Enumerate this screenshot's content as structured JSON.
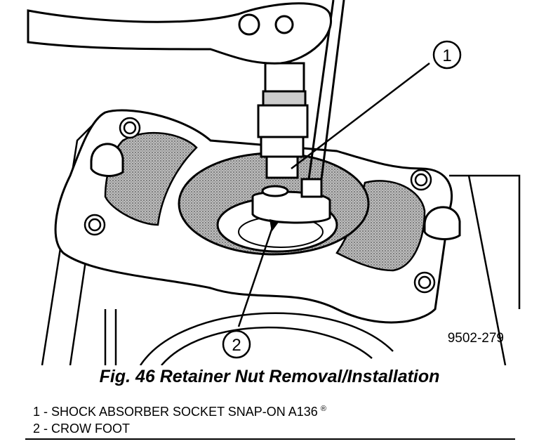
{
  "figure": {
    "drawing_id": "9502-279",
    "callouts": [
      "1",
      "2"
    ]
  },
  "caption": "Fig. 46 Retainer Nut Removal/Installation",
  "legend": [
    {
      "label": "1 - SHOCK ABSORBER SOCKET SNAP-ON A136",
      "mark": "®"
    },
    {
      "label": "2 - CROW FOOT",
      "mark": ""
    }
  ]
}
